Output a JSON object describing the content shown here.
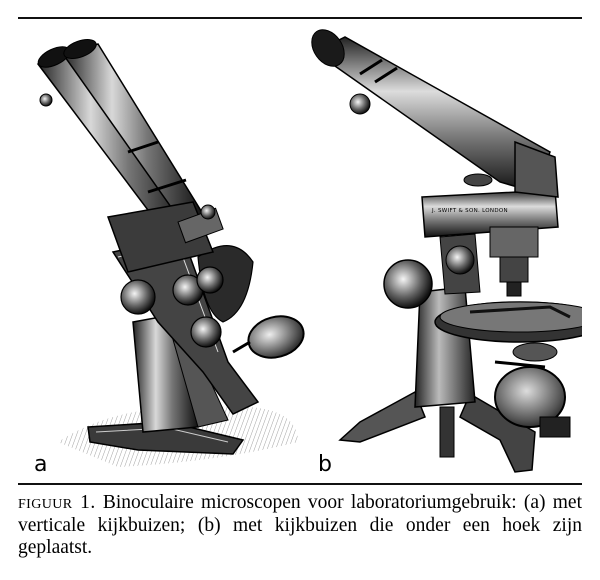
{
  "figure": {
    "panels": [
      {
        "id": "a",
        "label": "a"
      },
      {
        "id": "b",
        "label": "b"
      }
    ],
    "plate_inscription": "J. SWIFT & SON. LONDON"
  },
  "caption": {
    "label": "figuur 1.",
    "text": " Binoculaire microscopen voor laboratoriumgebruik: (a) met verticale kijkbuizen; (b) met kijkbuizen die onder een hoek zijn geplaatst."
  }
}
